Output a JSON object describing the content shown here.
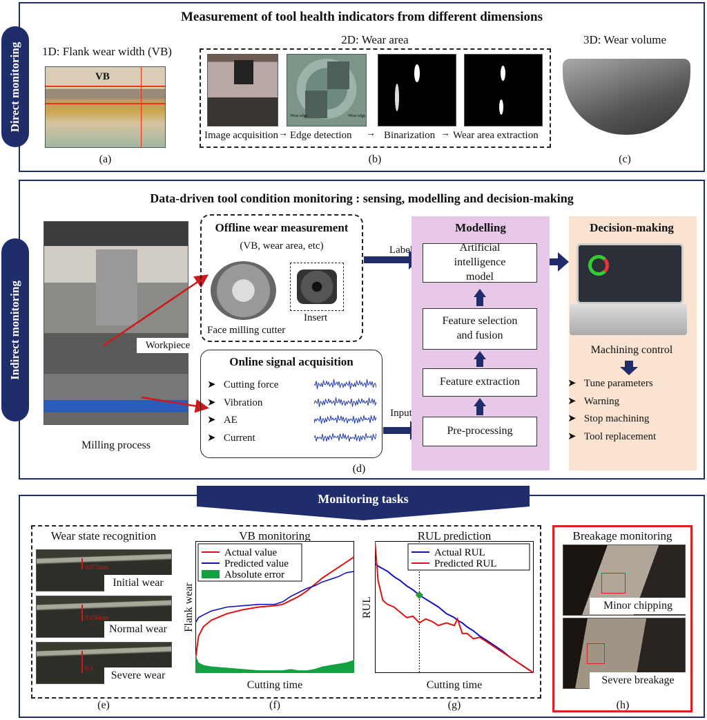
{
  "direct": {
    "side_label": "Direct monitoring",
    "title": "Measurement of tool health indicators from different dimensions",
    "a": {
      "title": "1D: Flank wear width (VB)",
      "vb_label": "VB",
      "caption": "(a)"
    },
    "b": {
      "title": "2D: Wear area",
      "steps": [
        "Image acquisition",
        "Edge detection",
        "Binarization",
        "Wear area extraction"
      ],
      "edge_labels": [
        "Wear edge",
        "Wear edge"
      ],
      "caption": "(b)"
    },
    "c": {
      "title": "3D: Wear volume",
      "caption": "(c)"
    }
  },
  "indirect": {
    "side_label": "Indirect monitoring",
    "title": "Data-driven tool condition monitoring : sensing, modelling and decision-making",
    "milling_caption": "Milling process",
    "workpiece_label": "Workpiece",
    "offline": {
      "title": "Offline wear measurement",
      "subtitle": "(VB, wear area, etc)",
      "cutter_label": "Face milling cutter",
      "insert_label": "Insert"
    },
    "online": {
      "title": "Online signal acquisition",
      "items": [
        "Cutting force",
        "Vibration",
        "AE",
        "Current"
      ]
    },
    "arrow_label_top": "Label",
    "arrow_label_bottom": "Input",
    "modelling": {
      "title": "Modelling",
      "boxes": [
        "Artificial intelligence model",
        "Feature selection and fusion",
        "Feature extraction",
        "Pre-processing"
      ]
    },
    "decision": {
      "title": "Decision-making",
      "control_label": "Machining control",
      "items": [
        "Tune parameters",
        "Warning",
        "Stop machining",
        "Tool replacement"
      ]
    },
    "caption": "(d)",
    "colors": {
      "modelling_bg": "#e8c8e8",
      "decision_bg": "#fbe3d2",
      "navy": "#1f2d6b"
    }
  },
  "tasks": {
    "banner": "Monitoring tasks",
    "wear_state": {
      "title": "Wear state recognition",
      "states": [
        {
          "label": "Initial wear",
          "measure": "0.071mm"
        },
        {
          "label": "Normal wear",
          "measure": "0.156mm"
        },
        {
          "label": "Severe wear",
          "measure": "0.3"
        }
      ],
      "caption": "(e)"
    },
    "vb": {
      "title": "VB monitoring",
      "caption": "(f)"
    },
    "rul": {
      "title": "RUL prediction",
      "caption": "(g)"
    },
    "breakage": {
      "title": "Breakage monitoring",
      "states": [
        "Minor chipping",
        "Severe breakage"
      ],
      "caption": "(h)"
    }
  },
  "chart_data": [
    {
      "type": "line",
      "title": "VB monitoring",
      "xlabel": "Cutting time",
      "ylabel": "Flank wear",
      "xlim": [
        0,
        100
      ],
      "ylim": [
        0,
        1
      ],
      "legend": [
        "Actual value",
        "Predicted value",
        "Absolute error"
      ],
      "legend_position": "top-left",
      "x": [
        0,
        2,
        5,
        10,
        20,
        30,
        40,
        50,
        55,
        60,
        65,
        70,
        75,
        80,
        85,
        90,
        95,
        100
      ],
      "series": [
        {
          "name": "Actual value",
          "color": "#e01010",
          "values": [
            0.1,
            0.28,
            0.35,
            0.4,
            0.45,
            0.48,
            0.5,
            0.51,
            0.52,
            0.55,
            0.58,
            0.62,
            0.67,
            0.72,
            0.76,
            0.8,
            0.84,
            0.88
          ]
        },
        {
          "name": "Predicted value",
          "color": "#1010c0",
          "values": [
            0.38,
            0.42,
            0.44,
            0.47,
            0.5,
            0.51,
            0.52,
            0.52,
            0.54,
            0.58,
            0.61,
            0.64,
            0.66,
            0.69,
            0.71,
            0.73,
            0.76,
            0.77
          ]
        },
        {
          "name": "Absolute error",
          "color": "#12a040",
          "values": [
            0.14,
            0.08,
            0.06,
            0.05,
            0.04,
            0.03,
            0.02,
            0.02,
            0.02,
            0.03,
            0.02,
            0.02,
            0.03,
            0.05,
            0.06,
            0.07,
            0.08,
            0.1
          ]
        }
      ]
    },
    {
      "type": "line",
      "title": "RUL prediction",
      "xlabel": "Cutting time",
      "ylabel": "RUL",
      "xlim": [
        0,
        100
      ],
      "ylim": [
        0,
        1
      ],
      "legend": [
        "Actual RUL",
        "Predicted RUL"
      ],
      "legend_position": "top-right",
      "marker_x": 28,
      "x": [
        0,
        2,
        5,
        8,
        12,
        16,
        20,
        24,
        28,
        32,
        36,
        40,
        45,
        50,
        52,
        55,
        58,
        62,
        66,
        70,
        75,
        80,
        85,
        90,
        95,
        100
      ],
      "series": [
        {
          "name": "Actual RUL",
          "color": "#1010c0",
          "values": [
            0.83,
            0.81,
            0.79,
            0.77,
            0.73,
            0.7,
            0.66,
            0.63,
            0.59,
            0.56,
            0.53,
            0.5,
            0.45,
            0.42,
            0.4,
            0.38,
            0.35,
            0.32,
            0.28,
            0.25,
            0.21,
            0.17,
            0.12,
            0.08,
            0.04,
            0.0
          ]
        },
        {
          "name": "Predicted RUL",
          "color": "#e01010",
          "values": [
            1.0,
            0.7,
            0.55,
            0.52,
            0.5,
            0.46,
            0.42,
            0.43,
            0.38,
            0.41,
            0.39,
            0.36,
            0.38,
            0.36,
            0.41,
            0.3,
            0.3,
            0.26,
            0.27,
            0.24,
            0.2,
            0.16,
            0.12,
            0.08,
            0.04,
            0.0
          ]
        }
      ]
    }
  ]
}
